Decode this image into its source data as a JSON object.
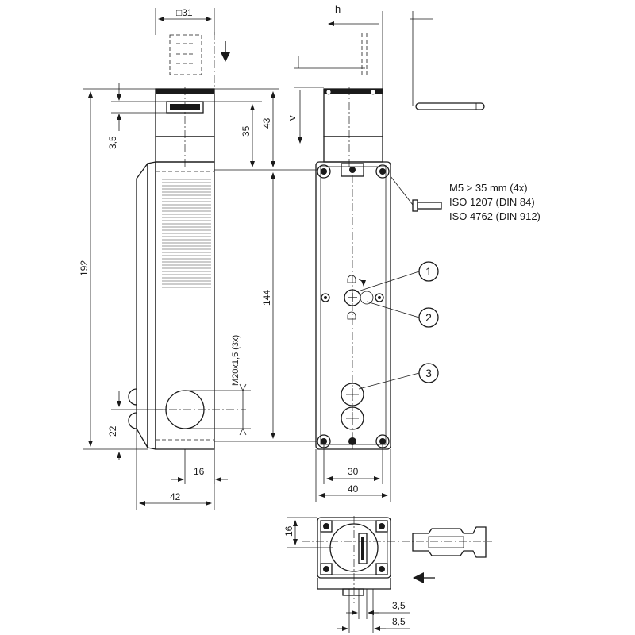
{
  "dimensions": {
    "top_width": "□31",
    "d3_5_top": "3,5",
    "d35": "35",
    "d43": "43",
    "d192": "192",
    "d144": "144",
    "thread": "M20x1,5 (3x)",
    "d22": "22",
    "d16_side": "16",
    "d42": "42",
    "d30": "30",
    "d40": "40",
    "d16_bottom": "16",
    "d3_5_bottom": "3,5",
    "d8_5": "8,5"
  },
  "direction_labels": {
    "h": "h",
    "v": "v"
  },
  "screw_note": {
    "line1": "M5 > 35 mm (4x)",
    "line2": "ISO 1207 (DIN 84)",
    "line3": "ISO 4762 (DIN 912)"
  },
  "callouts": [
    "1",
    "2",
    "3"
  ]
}
